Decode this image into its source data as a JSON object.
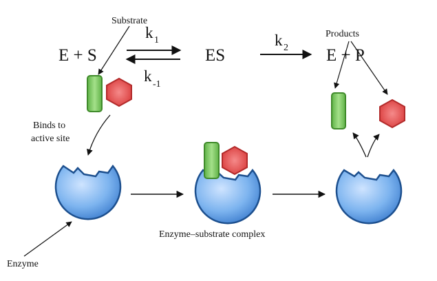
{
  "diagram": {
    "equation": {
      "reactants": "E + S",
      "k1": "k",
      "k1_sub": "1",
      "km1": "k",
      "km1_sub": "-1",
      "complex": "ES",
      "k2": "k",
      "k2_sub": "2",
      "products": "E + P"
    },
    "labels": {
      "substrate": "Substrate",
      "products": "Products",
      "binds_line1": "Binds to",
      "binds_line2": "active site",
      "complex": "Enzyme–substrate complex",
      "enzyme": "Enzyme"
    },
    "colors": {
      "enzyme_fill": "#7db4ef",
      "enzyme_edge": "#1c4f8e",
      "rect_fill": "#7ecb63",
      "rect_edge": "#3f8a2a",
      "hex_fill": "#ea5a5a",
      "hex_edge": "#b22a2a",
      "ink": "#111111"
    }
  }
}
